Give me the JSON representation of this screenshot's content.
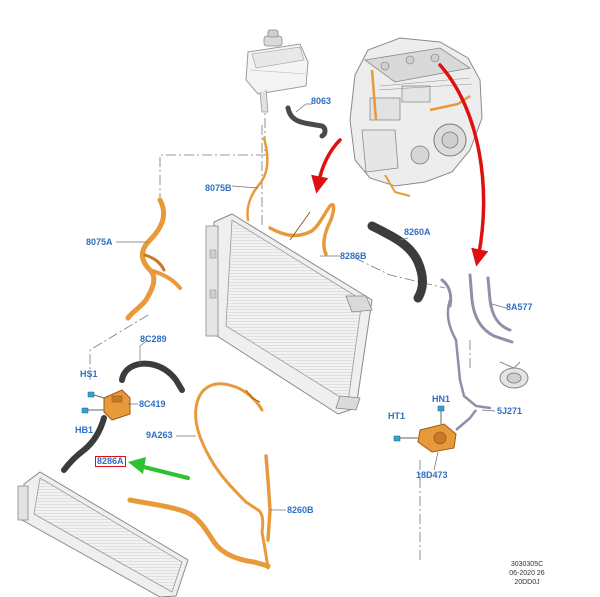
{
  "colors": {
    "label": "#2f6fc2",
    "hose": "#e89a3a",
    "hose_dark": "#9a5a18",
    "gray_hose": "#4a4a4a",
    "frame": "#c8c8c8",
    "arrow_red": "#e01010",
    "arrow_green": "#2fc22f",
    "leader": "#6f6f6f"
  },
  "labels": {
    "l8063": "8063",
    "l8075B": "8075B",
    "l8075A": "8075A",
    "l8286B": "8286B",
    "l8260A": "8260A",
    "l8A577": "8A577",
    "l8C289": "8C289",
    "lHS1": "HS1",
    "l8C419": "8C419",
    "lHB1": "HB1",
    "l8286A": "8286A",
    "l9A263": "9A263",
    "l8260B": "8260B",
    "lHN1": "HN1",
    "lHT1": "HT1",
    "l5J271": "5J271",
    "l18D473": "18D473"
  },
  "reference": {
    "line1": "3030305C",
    "line2": "06-2020 26",
    "line3": "20DD0J"
  },
  "icons": {
    "engine": "engine-illustration",
    "reservoir": "coolant-reservoir-illustration",
    "radiator": "radiator-illustration",
    "lower_radiator": "low-temp-radiator-illustration",
    "pump": "coolant-pump-illustration",
    "arrow_red": "red-arrow-icon",
    "arrow_green": "green-arrow-icon"
  }
}
